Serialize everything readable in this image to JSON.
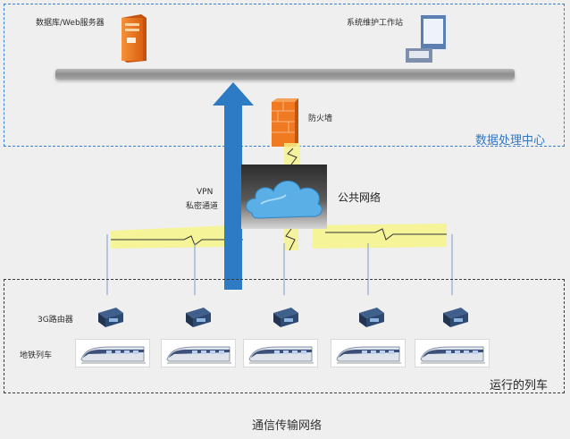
{
  "data_center": {
    "label": "数据处理中心",
    "db_server_label": "数据库/Web服务器",
    "workstation_label": "系统维护工作站",
    "firewall_label": "防火墙"
  },
  "network": {
    "vpn_line1": "VPN",
    "vpn_line2": "私密通道",
    "public_network_label": "公共网络"
  },
  "train_area": {
    "router_label": "3G路由器",
    "train_label": "地铁列车",
    "running_label": "运行的列车",
    "train_count": 5
  },
  "caption": "通信传输网络",
  "colors": {
    "dashed_blue": "#3c7fd0",
    "arrow_blue": "#2c7bc4",
    "server_orange": "#f07a22",
    "signal_yellow": "#f3f07a",
    "cloud_blue": "#5ab0e6"
  }
}
